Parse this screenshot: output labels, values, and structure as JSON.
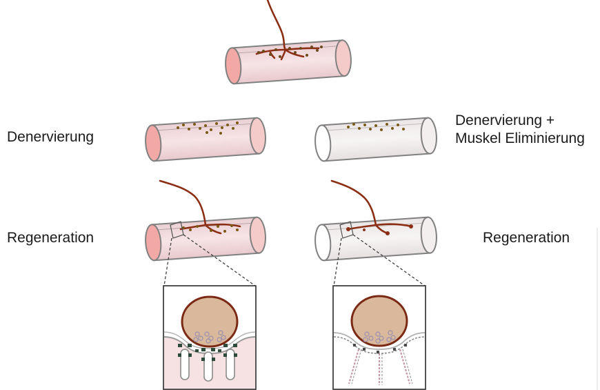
{
  "labels": {
    "denervation": "Denervierung",
    "denervation_elimination_line1": "Denervierung +",
    "denervation_elimination_line2": "Muskel Eliminierung",
    "regeneration_left": "Regeneration",
    "regeneration_right": "Regeneration"
  },
  "colors": {
    "muscle_fill": "#f3dde1",
    "muscle_end": "#f2a9a6",
    "ghost_fill": "#f1eeee",
    "nerve": "#8b2e14",
    "nucleus_fill": "#d9b89c",
    "outline": "#7a7a7a"
  }
}
